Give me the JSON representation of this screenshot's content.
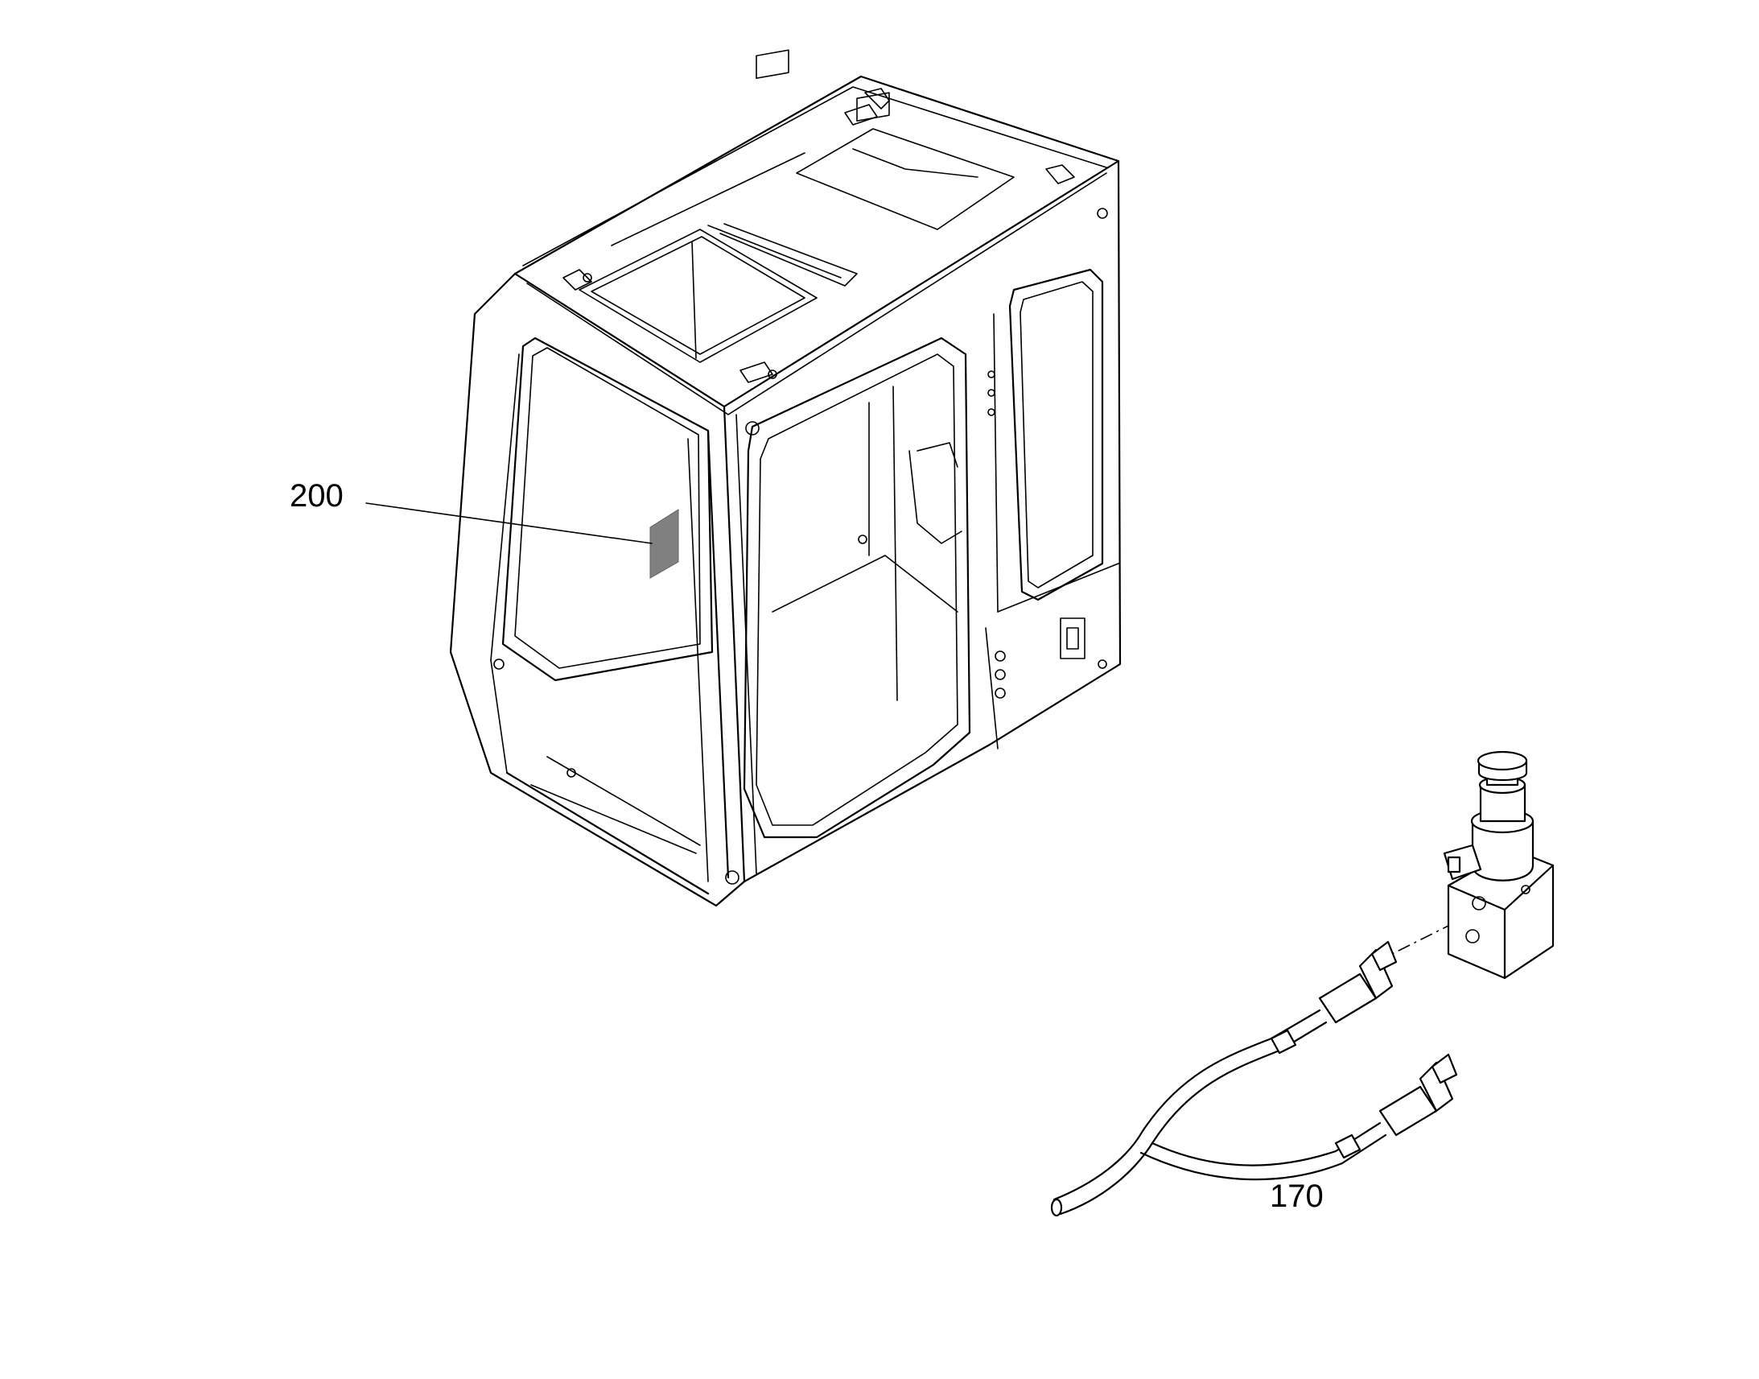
{
  "diagram": {
    "callouts": [
      {
        "id": "200",
        "label": "200"
      },
      {
        "id": "170",
        "label": "170"
      }
    ],
    "colors": {
      "line": "#000000",
      "background": "#ffffff",
      "highlight_part": "#808080"
    }
  }
}
